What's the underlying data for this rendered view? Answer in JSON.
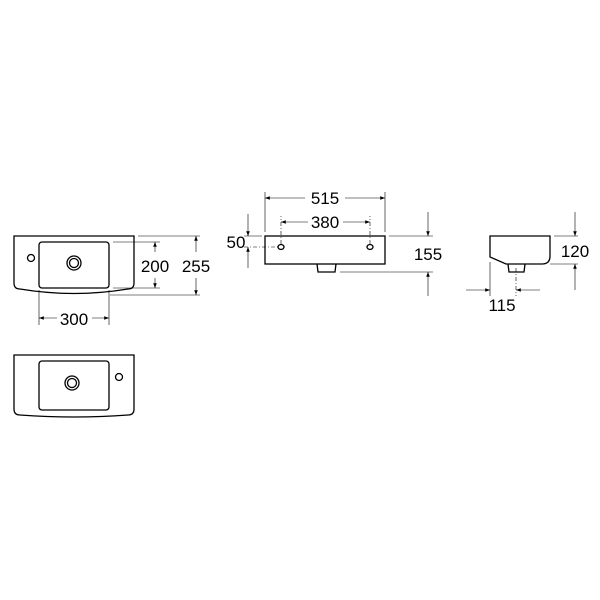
{
  "dimensions": {
    "inner_width": "300",
    "inner_depth": "200",
    "overall_depth": "255",
    "overall_width": "515",
    "hole_spacing": "380",
    "hole_offset": "50",
    "overall_height": "155",
    "bowl_height": "120",
    "drain_offset": "115"
  },
  "line_color": "#000000"
}
